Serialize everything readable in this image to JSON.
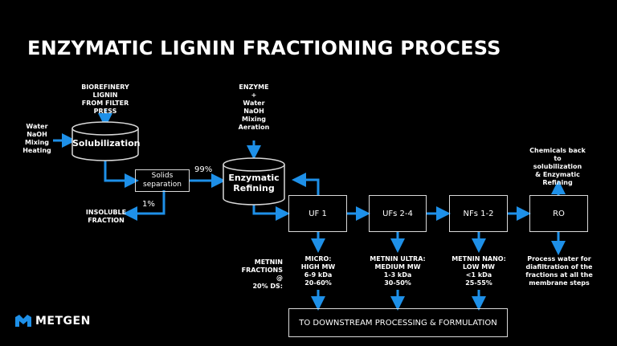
{
  "title": "ENZYMATIC LIGNIN FRACTIONING PROCESS",
  "inputs": {
    "biorefinery": "BIOREFINERY\nLIGNIN\nFROM FILTER PRESS",
    "water_left": "Water\nNaOH\nMixing\nHeating",
    "enzyme": "ENZYME\n+\nWater\nNaOH\nMixing\nAeration",
    "chemicals_back": "Chemicals back\nto\nsolubilization\n& Enzymatic\nRefining"
  },
  "nodes": {
    "solubilization": "Solubilization",
    "solids_separation": "Solids\nseparation",
    "enzymatic_refining": "Enzymatic\nRefining",
    "uf1": "UF 1",
    "ufs": "UFs 2-4",
    "nfs": "NFs 1-2",
    "ro": "RO",
    "downstream": "TO DOWNSTREAM PROCESSING & FORMULATION"
  },
  "labels": {
    "pct_99": "99%",
    "pct_1": "1%",
    "insoluble": "INSOLUBLE\nFRACTION",
    "metnin_fractions": "METNIN\nFRACTIONS @\n20% DS:",
    "process_water": "Process water for\ndiafiltration of the\nfractions at all the\nmembrane steps"
  },
  "fractions": [
    {
      "text": "MICRO:\nHIGH MW\n6-9 kDa\n20-60%"
    },
    {
      "text": "METNIN ULTRA:\nMEDIUM MW\n1-3 kDa\n30-50%"
    },
    {
      "text": "METNIN NANO:\nLOW MW\n<1 kDa\n25-55%"
    }
  ],
  "logo": "METGEN",
  "colors": {
    "arrow": "#1e90e8",
    "box_border": "#d9d9d9",
    "background": "#000000"
  }
}
